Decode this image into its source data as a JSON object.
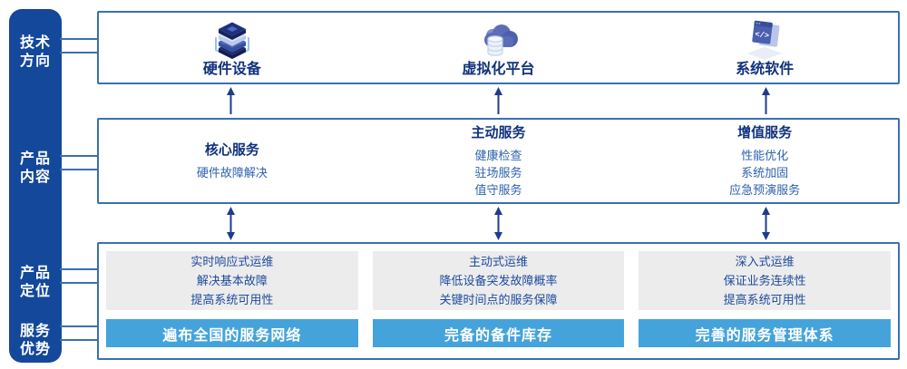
{
  "colors": {
    "sidebar_bg": "#14489B",
    "box_border": "#3A6FB5",
    "heading_navy": "#10327E",
    "item_blue": "#2E62AE",
    "panel_bg": "#ECECEC",
    "panel_text": "#1D4A9E",
    "advantage_bar_bg": "#45A3DC",
    "advantage_bar_text": "#FFFFFF",
    "arrow": "#1E3C8C"
  },
  "sidebar": {
    "labels": [
      {
        "line1": "技术",
        "line2": "方向"
      },
      {
        "line1": "产品",
        "line2": "内容"
      },
      {
        "line1": "产品",
        "line2": "定位"
      },
      {
        "line1": "服务",
        "line2": "优势"
      }
    ]
  },
  "tech_row": {
    "items": [
      {
        "icon": "server-stack-icon",
        "label": "硬件设备"
      },
      {
        "icon": "cloud-database-icon",
        "label": "虚拟化平台"
      },
      {
        "icon": "software-window-icon",
        "label": "系统软件",
        "glyph": "</>"
      }
    ]
  },
  "content_row": {
    "columns": [
      {
        "title": "核心服务",
        "items": [
          "硬件故障解决"
        ]
      },
      {
        "title": "主动服务",
        "items": [
          "健康检查",
          "驻场服务",
          "值守服务"
        ]
      },
      {
        "title": "增值服务",
        "items": [
          "性能优化",
          "系统加固",
          "应急预演服务"
        ]
      }
    ]
  },
  "bottom_row": {
    "columns": [
      {
        "positioning": [
          "实时响应式运维",
          "解决基本故障",
          "提高系统可用性"
        ],
        "advantage": "遍布全国的服务网络"
      },
      {
        "positioning": [
          "主动式运维",
          "降低设备突发故障概率",
          "关键时间点的服务保障"
        ],
        "advantage": "完备的备件库存"
      },
      {
        "positioning": [
          "深入式运维",
          "保证业务连续性",
          "提高系统可用性"
        ],
        "advantage": "完善的服务管理体系"
      }
    ]
  }
}
